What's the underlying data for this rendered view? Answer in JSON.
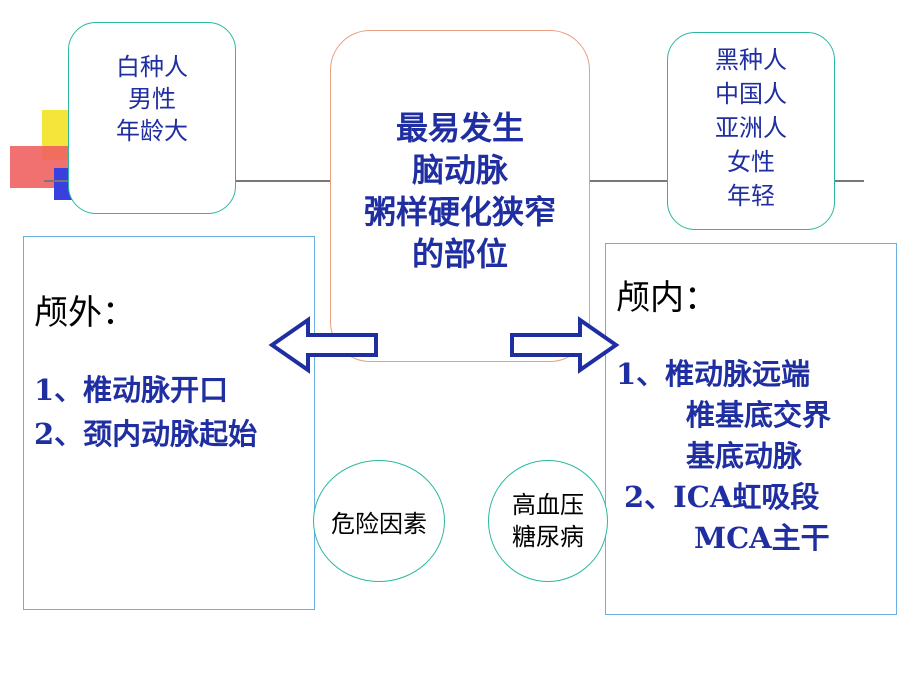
{
  "top_left_bubble": [
    "白种人",
    "男性",
    "年龄大"
  ],
  "top_right_bubble": [
    "黑种人",
    "中国人",
    "亚洲人",
    "女性",
    "年轻"
  ],
  "center_title": [
    "最易发生",
    "脑动脉",
    "粥样硬化狭窄",
    "的部位"
  ],
  "left_box": {
    "heading": "颅外：",
    "items": [
      "1、椎动脉开口",
      "2、颈内动脉起始"
    ]
  },
  "right_box": {
    "heading": "颅内：",
    "items": [
      "1、椎动脉远端",
      "椎基底交界",
      "基底动脉",
      "2、ICA虹吸段",
      "MCA主干"
    ]
  },
  "risk_circle": "危险因素",
  "disease_circle": [
    "高血压",
    "糖尿病"
  ],
  "colors": {
    "text_blue": "#1f2ea0",
    "bubble_border": "#2bb8a0",
    "box_border": "#6ab0e0",
    "center_border": "#e8a080"
  }
}
